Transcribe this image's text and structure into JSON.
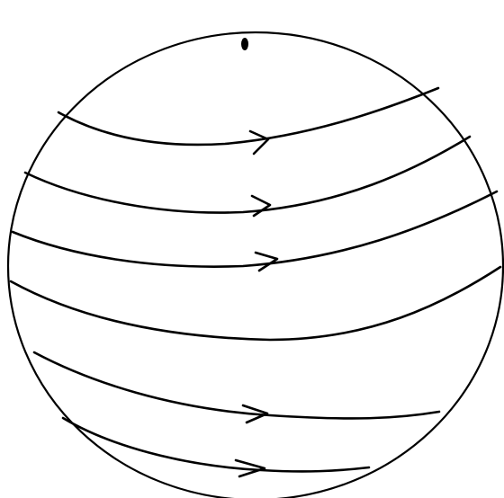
{
  "diagram": {
    "kind": "sphere-with-directed-field-lines",
    "ink_color": "#000000",
    "background_color": "#ffffff",
    "field_lines": [
      {
        "id": "line-1",
        "has_arrow": true,
        "arrow_direction": "right"
      },
      {
        "id": "line-2",
        "has_arrow": true,
        "arrow_direction": "right"
      },
      {
        "id": "line-3",
        "has_arrow": true,
        "arrow_direction": "right"
      },
      {
        "id": "line-4",
        "has_arrow": false,
        "arrow_direction": ""
      },
      {
        "id": "line-5",
        "has_arrow": true,
        "arrow_direction": "right"
      },
      {
        "id": "line-6",
        "has_arrow": true,
        "arrow_direction": "right"
      }
    ],
    "marker": {
      "present": true,
      "shape": "dot"
    }
  }
}
